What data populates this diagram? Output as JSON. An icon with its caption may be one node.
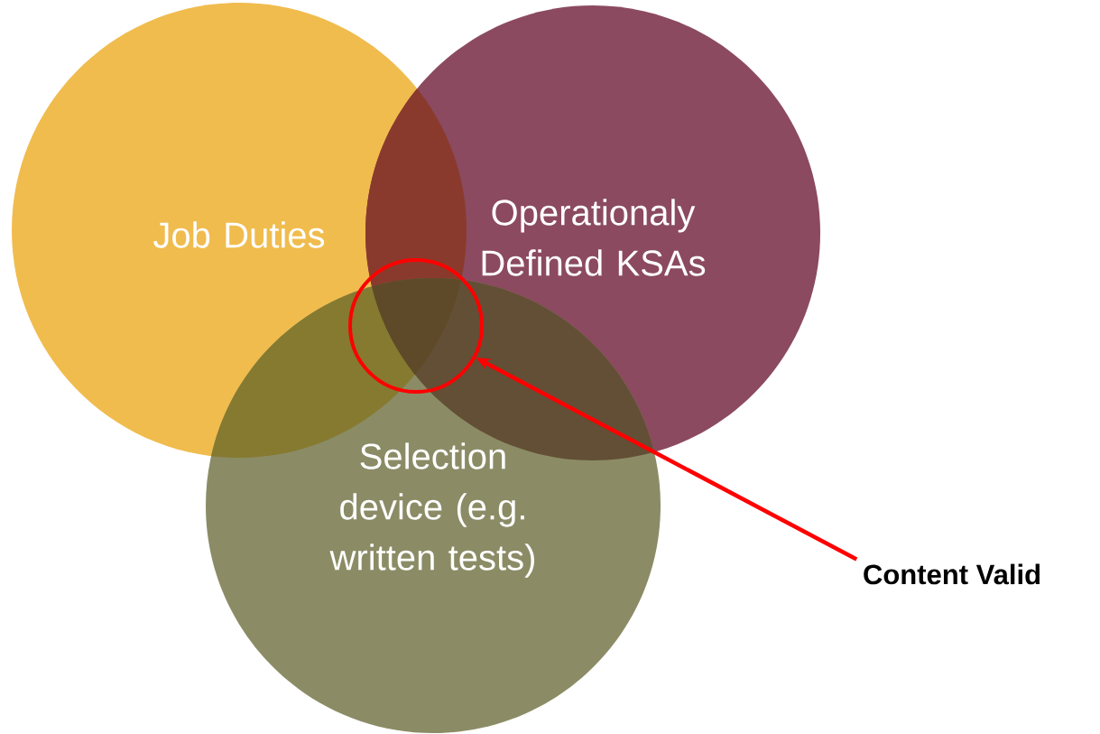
{
  "diagram": {
    "nodes": [
      {
        "text": [
          "Job Duties"
        ]
      },
      {
        "text": [
          "Operationaly Defined KSAs"
        ]
      },
      {
        "text": [
          "Selection device (e.g. written tests)"
        ]
      },
      {
        "text": [],
        "shape": "circle"
      },
      {
        "text": [
          "Content Valid"
        ]
      }
    ],
    "edges": [
      {
        "from": 4,
        "to": 3,
        "arrow": "to",
        "color": "#ff0000"
      }
    ]
  }
}
